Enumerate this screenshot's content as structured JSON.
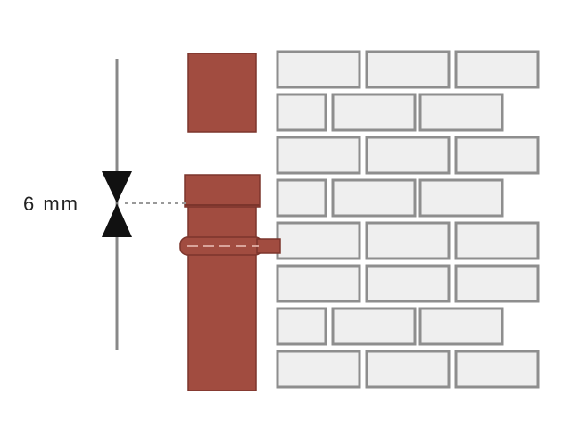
{
  "dimension": {
    "label": "6 mm"
  },
  "colors": {
    "pipe": "#a14c40",
    "pipe_edge": "#7c352c",
    "brick_fill": "#efefef",
    "brick_stroke": "#8e8e8e",
    "line": "#888888",
    "arrow": "#111111",
    "leader": "#999999",
    "text": "#222222"
  },
  "icons": {
    "arrow_top": "arrow-down-triangle",
    "arrow_bottom": "arrow-up-triangle"
  }
}
